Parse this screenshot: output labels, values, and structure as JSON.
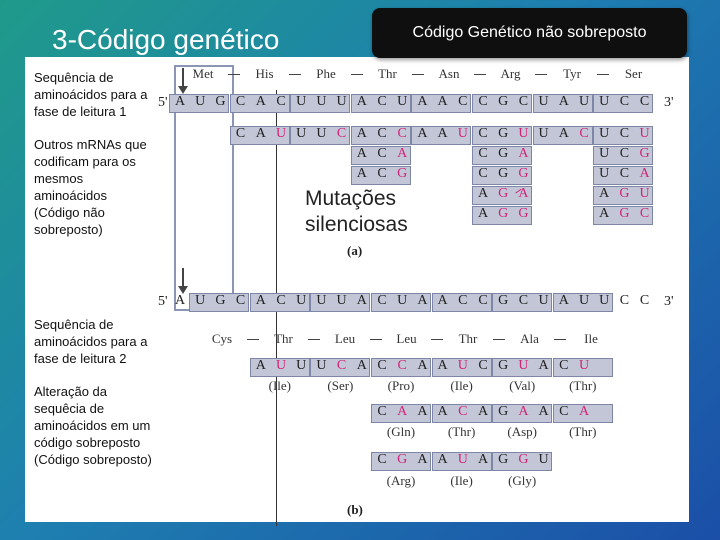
{
  "slide": {
    "title": "3-Código genético",
    "title_box": "Código Genético não sobreposto",
    "label_frame1_l1": "Sequência de",
    "label_frame1_l2": "aminoácidos para a",
    "label_frame1_l3": "fase de leitura 1",
    "label_other_l1": "Outros mRNAs que",
    "label_other_l2": "codificam para os",
    "label_other_l3": "mesmos",
    "label_other_l4": "aminoácidos",
    "label_other_l5": "(Código não",
    "label_other_l6": "sobreposto)",
    "label_frame2_l1": "Sequência de",
    "label_frame2_l2": "aminoácidos para a",
    "label_frame2_l3": "fase de leitura 2",
    "label_change_l1": "Alteração da",
    "label_change_l2": "sequêcia de",
    "label_change_l3": "aminoácidos em um",
    "label_change_l4": "código sobreposto",
    "label_change_l5": "(Código sobreposto)",
    "mutations_l1": "Mutações",
    "mutations_l2": "silenciosas"
  },
  "diagram_a": {
    "caption": "(a)",
    "amino_acids": [
      "Met",
      "His",
      "Phe",
      "Thr",
      "Asn",
      "Arg",
      "Tyr",
      "Ser"
    ],
    "five_prime": "5'",
    "three_prime": "3'",
    "strand": [
      "A",
      "U",
      "G",
      "C",
      "A",
      "C",
      "U",
      "U",
      "U",
      "A",
      "C",
      "U",
      "A",
      "A",
      "C",
      "C",
      "G",
      "C",
      "U",
      "A",
      "U",
      "U",
      "C",
      "C"
    ],
    "row1": [
      "C",
      "A",
      "U",
      "U",
      "U",
      "C",
      "A",
      "C",
      "C",
      "A",
      "A",
      "U",
      "C",
      "G",
      "U",
      "U",
      "A",
      "C",
      "U",
      "C",
      "U"
    ],
    "row2": [
      "A",
      "C",
      "A",
      "C",
      "G",
      "A",
      "U",
      "C",
      "G"
    ],
    "row3": [
      "A",
      "C",
      "G",
      "C",
      "G",
      "G",
      "U",
      "C",
      "A"
    ],
    "row4": [
      "A",
      "G",
      "A",
      "A",
      "G",
      "U"
    ],
    "row5": [
      "A",
      "G",
      "G",
      "A",
      "G",
      "C"
    ]
  },
  "diagram_b": {
    "caption": "(b)",
    "five_prime": "5'",
    "three_prime": "3'",
    "strand": [
      "A",
      "U",
      "G",
      "C",
      "A",
      "C",
      "U",
      "U",
      "U",
      "A",
      "C",
      "U",
      "A",
      "A",
      "C",
      "C",
      "G",
      "C",
      "U",
      "A",
      "U",
      "U",
      "C",
      "C"
    ],
    "amino_acids": [
      "Cys",
      "Thr",
      "Leu",
      "Leu",
      "Thr",
      "Ala",
      "Ile"
    ],
    "row1": [
      "A",
      "U",
      "U",
      "U",
      "C",
      "A",
      "C",
      "C",
      "A",
      "A",
      "U",
      "C",
      "G",
      "U",
      "A",
      "C",
      "U"
    ],
    "row1_aa": [
      "(Ile)",
      "(Ser)",
      "(Pro)",
      "(Ile)",
      "(Val)",
      "(Thr)"
    ],
    "row2": [
      "C",
      "A",
      "A",
      "A",
      "C",
      "A",
      "G",
      "A",
      "A",
      "C",
      "A"
    ],
    "row2_aa": [
      "(Gln)",
      "(Thr)",
      "(Asp)",
      "(Thr)"
    ],
    "row3": [
      "C",
      "G",
      "A",
      "A",
      "U",
      "A",
      "G",
      "G",
      "U"
    ],
    "row3_aa": [
      "(Arg)",
      "(Ile)",
      "(Gly)"
    ]
  },
  "colors": {
    "mutation": "#d0247a",
    "box_fill": "#c3c6d6"
  }
}
